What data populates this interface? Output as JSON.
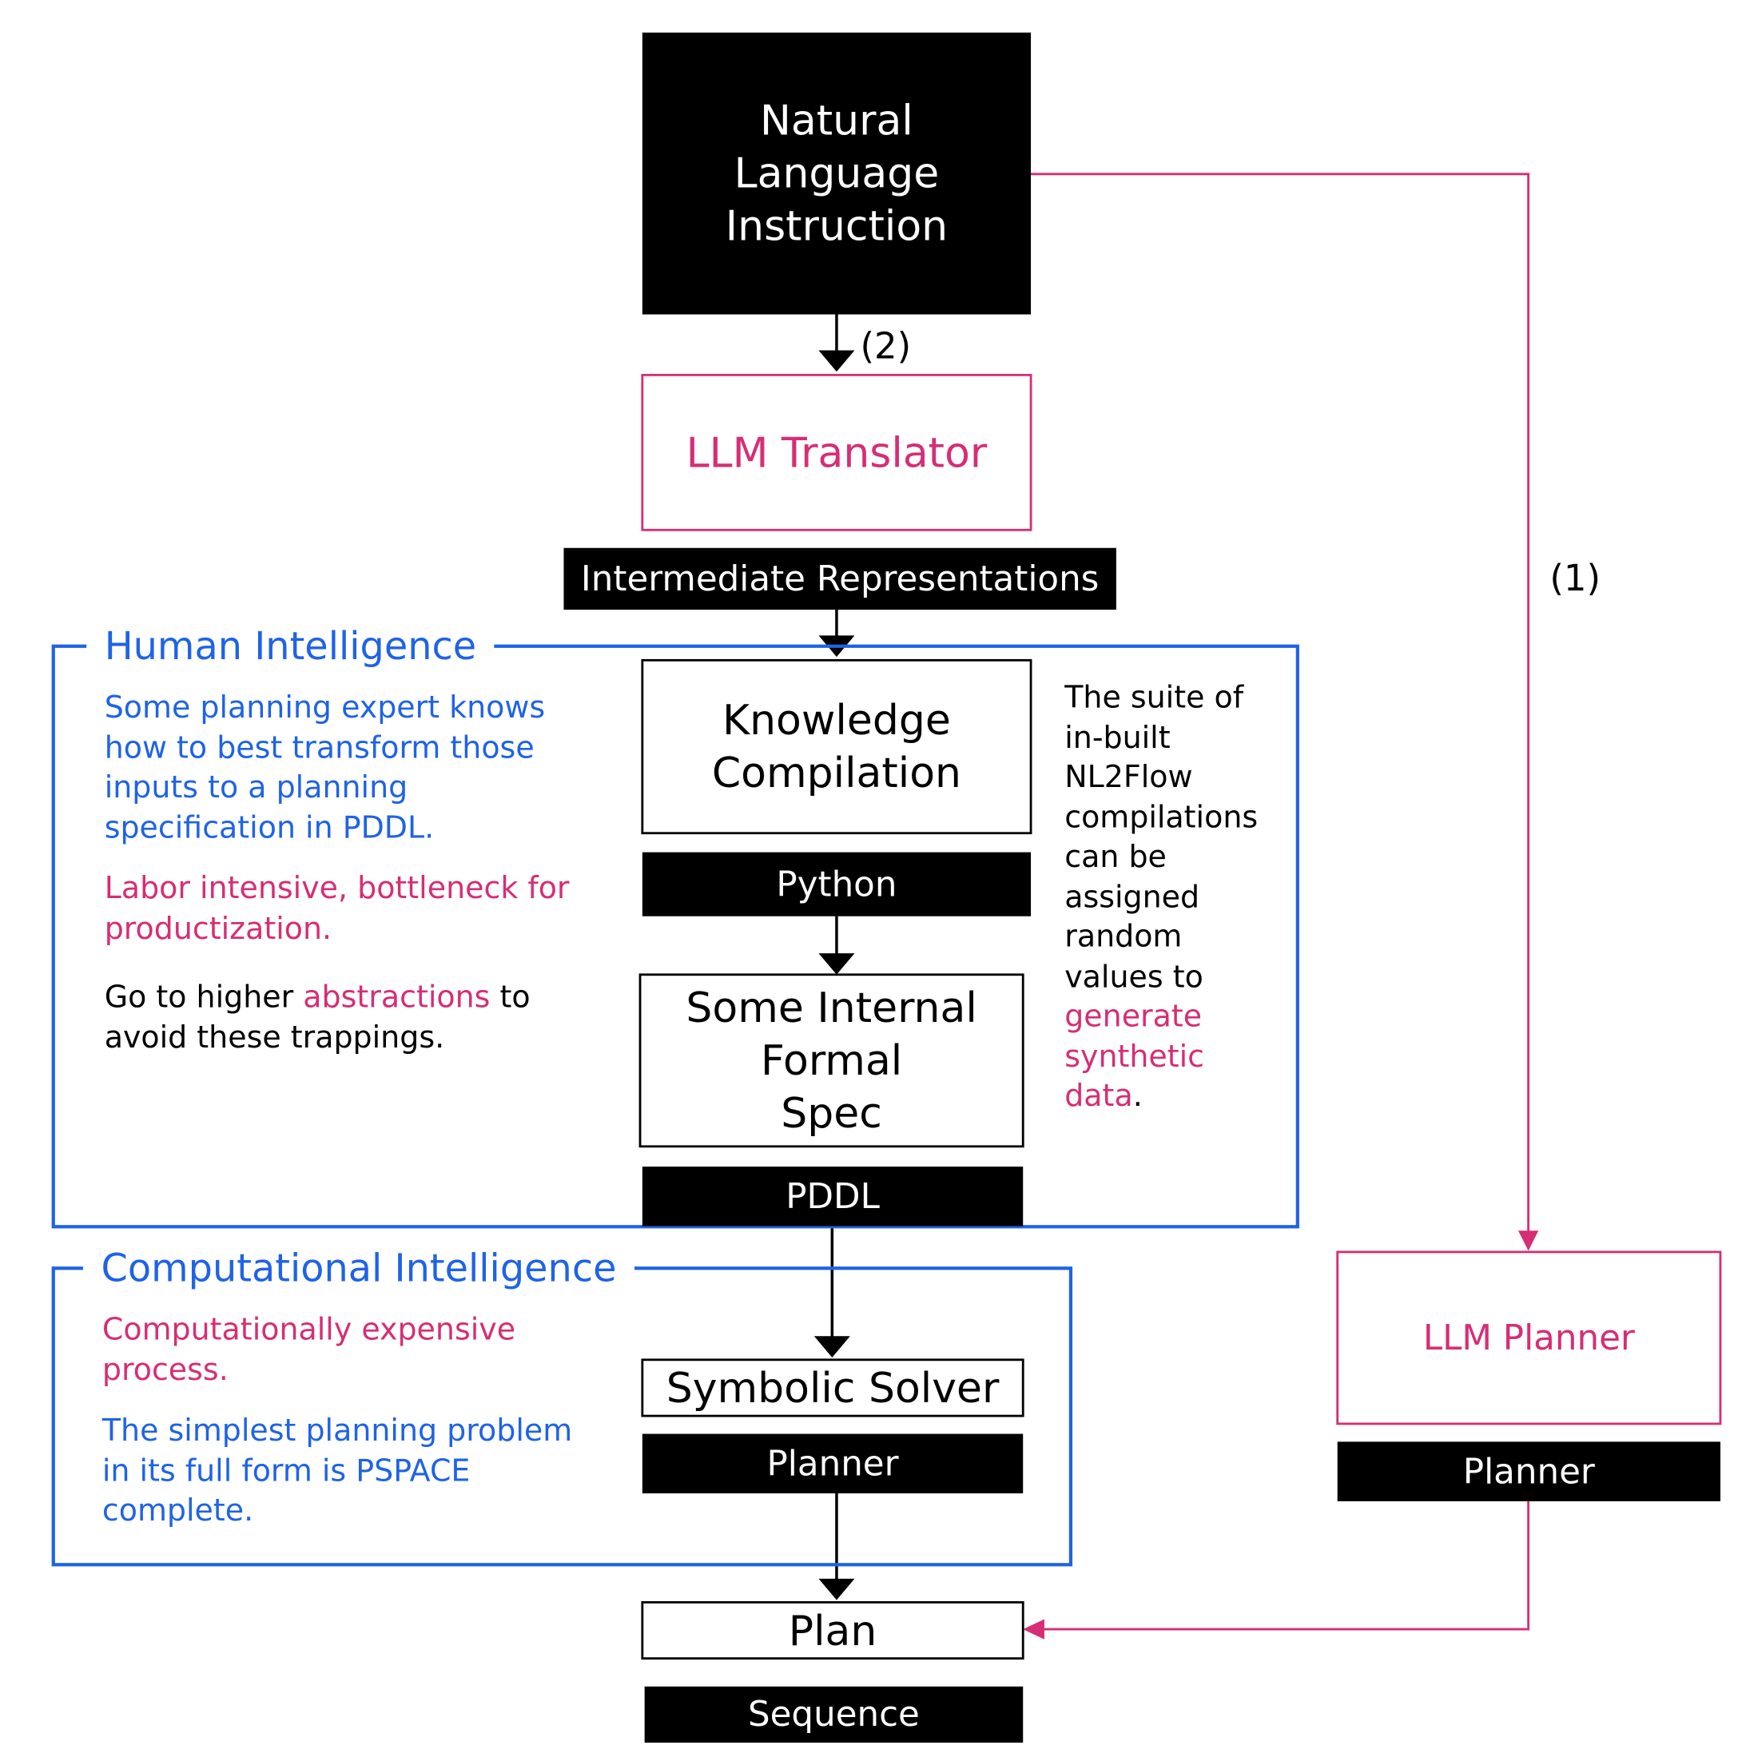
{
  "nodes": {
    "nl_instruction": "Natural\nLanguage\nInstruction",
    "llm_translator": "LLM Translator",
    "intermediate_repr": "Intermediate Representations",
    "knowledge_compilation": "Knowledge\nCompilation",
    "python": "Python",
    "internal_spec": "Some Internal\nFormal\nSpec",
    "pddl": "PDDL",
    "symbolic_solver": "Symbolic Solver",
    "planner_left": "Planner",
    "plan": "Plan",
    "sequence": "Sequence",
    "llm_planner": "LLM Planner",
    "planner_right": "Planner"
  },
  "edge_labels": {
    "path_2": "(2)",
    "path_1": "(1)"
  },
  "human_intelligence": {
    "title": "Human Intelligence",
    "note_expert": "Some planning expert knows\nhow to best transform those\ninputs to a planning\nspecification in PDDL.",
    "note_labor": "Labor intensive, bottleneck for\nproductization.",
    "note_go_prefix": "Go to higher ",
    "note_go_highlight": "abstractions",
    "note_go_suffix": " to\navoid these trappings."
  },
  "suite_note": {
    "prefix": "The suite of\nin-built\nNL2Flow\ncompilations\ncan be\nassigned\nrandom\nvalues to\n",
    "highlight": "generate\nsynthetic\ndata",
    "suffix": "."
  },
  "computational_intelligence": {
    "title": "Computational Intelligence",
    "note_expensive": "Computationally expensive\nprocess.",
    "note_pspace": "The simplest planning problem\nin its full form is PSPACE\ncomplete."
  },
  "colors": {
    "accent_pink": "#d62e75",
    "accent_blue": "#1f63e6",
    "box_black": "#000000"
  }
}
